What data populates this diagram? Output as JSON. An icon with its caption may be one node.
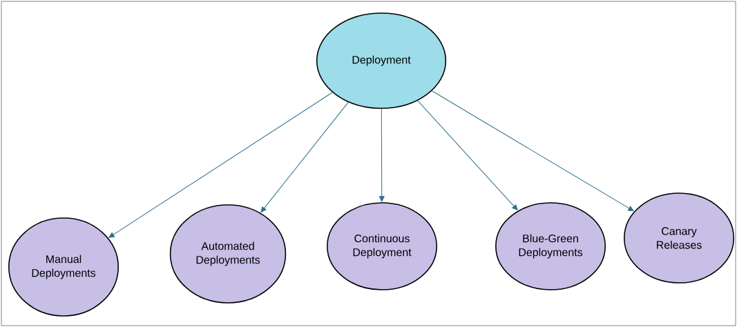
{
  "diagram": {
    "nodes": [
      {
        "text": [
          "Deployment"
        ]
      },
      {
        "text": [
          "Manual Deployments"
        ]
      },
      {
        "text": [
          "Automated Deployments"
        ]
      },
      {
        "text": [
          "Continuous Deployment"
        ]
      },
      {
        "text": [
          "Blue-Green Deployments"
        ]
      },
      {
        "text": [
          "Canary Releases"
        ]
      }
    ],
    "edges": [
      {
        "from": 0,
        "to": 1,
        "arrow": "to"
      },
      {
        "from": 0,
        "to": 2,
        "arrow": "to"
      },
      {
        "from": 0,
        "to": 3,
        "arrow": "to"
      },
      {
        "from": 0,
        "to": 4,
        "arrow": "to"
      },
      {
        "from": 0,
        "to": 5,
        "arrow": "to"
      }
    ]
  }
}
